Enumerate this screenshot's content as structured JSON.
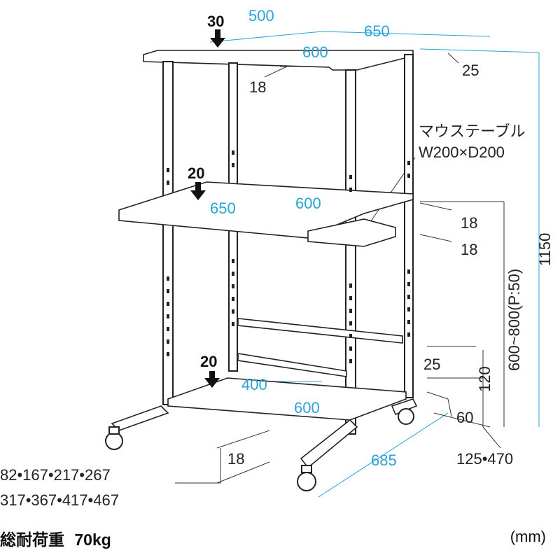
{
  "top_shelf": {
    "load": "30",
    "depth": "500",
    "width_outer": "650",
    "width_inner": "600",
    "thickness": "18",
    "offset": "25"
  },
  "middle_shelf": {
    "load": "20",
    "width": "650",
    "inner": "600",
    "thickness": "18"
  },
  "mouse_table": {
    "label": "マウステーブル",
    "size": "W200×D200",
    "thickness": "18"
  },
  "bottom_shelf": {
    "load": "20",
    "depth": "400",
    "width": "600",
    "thickness": "18"
  },
  "heights": {
    "total": "1150",
    "middle_range": "600~800(P:50)",
    "gap": "120",
    "bottom_top": "25",
    "bottom_height": "60",
    "range": "125•470"
  },
  "base_depth": "685",
  "hole_positions": [
    "82•167•217•267",
    "317•367•417•467"
  ],
  "footer": {
    "load_label": "総耐荷重",
    "load_value": "70kg",
    "unit": "(mm)"
  }
}
